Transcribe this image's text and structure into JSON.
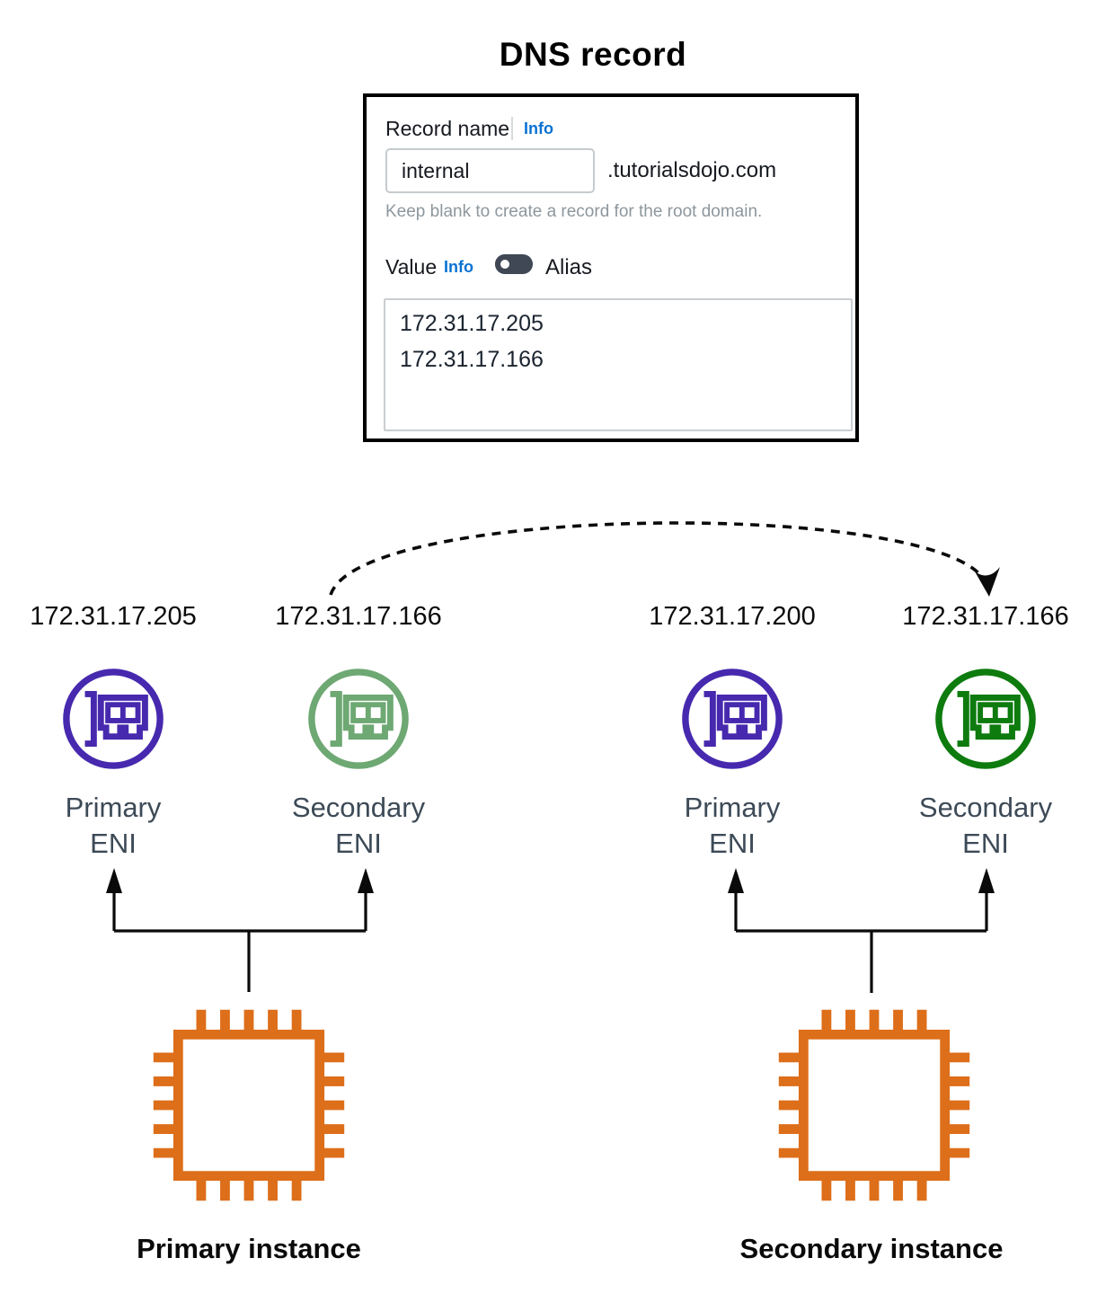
{
  "title": "DNS record",
  "colors": {
    "purple": "#4629AE",
    "light_green": "#6EA873",
    "dark_green": "#0E7B0E",
    "orange": "#DD6E1A",
    "arrow": "#0a0a0a",
    "info_blue": "#0972D3"
  },
  "dns_panel": {
    "record_name_label": "Record name",
    "record_name_info": "Info",
    "record_name_value": "internal",
    "domain_suffix": ".tutorialsdojo.com",
    "helper_text": "Keep blank to create a record for the root domain.",
    "value_label": "Value",
    "value_info": "Info",
    "alias_label": "Alias",
    "alias_toggle_state": "off",
    "value_text": "172.31.17.205\n172.31.17.166"
  },
  "enis": [
    {
      "ip": "172.31.17.205",
      "line1": "Primary",
      "line2": "ENI",
      "color": "#4629AE"
    },
    {
      "ip": "172.31.17.166",
      "line1": "Secondary",
      "line2": "ENI",
      "color": "#6EA873"
    },
    {
      "ip": "172.31.17.200",
      "line1": "Primary",
      "line2": "ENI",
      "color": "#4629AE"
    },
    {
      "ip": "172.31.17.166",
      "line1": "Secondary",
      "line2": "ENI",
      "color": "#0E7B0E"
    }
  ],
  "instances": [
    {
      "label": "Primary instance"
    },
    {
      "label": "Secondary instance"
    }
  ]
}
